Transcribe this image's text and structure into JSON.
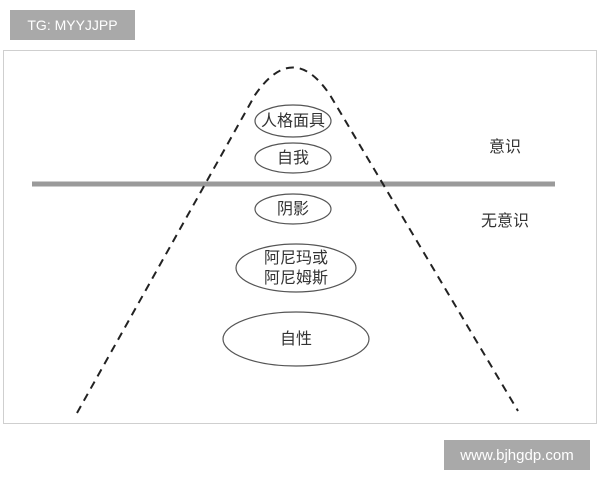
{
  "watermarks": {
    "top_left": "TG: MYYJJPP",
    "bottom_right": "www.bjhgdp.com"
  },
  "diagram": {
    "type": "iceberg-psyche-model",
    "colors": {
      "frame_border": "#cfcfcf",
      "divider_line": "#999999",
      "dashed_curve": "#222222",
      "ellipse_stroke": "#555555",
      "text": "#333333",
      "badge_bg": "#a9a9a9"
    },
    "regions": {
      "above": "意识",
      "below": "无意识"
    },
    "layers": [
      {
        "id": "persona",
        "label": "人格面具"
      },
      {
        "id": "ego",
        "label": "自我"
      },
      {
        "id": "shadow",
        "label": "阴影"
      },
      {
        "id": "anima",
        "line1": "阿尼玛或",
        "line2": "阿尼姆斯"
      },
      {
        "id": "self",
        "label": "自性"
      }
    ]
  }
}
